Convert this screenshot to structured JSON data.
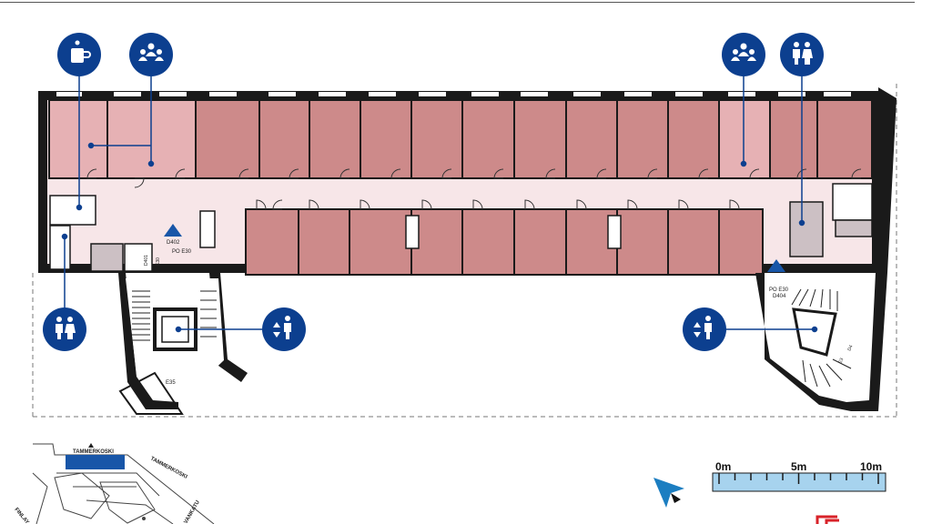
{
  "colors": {
    "room_dark": "#cd8a8a",
    "room_light": "#e6b1b4",
    "corridor": "#f7e6e8",
    "wall": "#1a1a1a",
    "icon_blue": "#0c3f8f",
    "accent_blue": "#1856a8",
    "scale_fill": "#a7d3ee",
    "logo_red": "#d8232a"
  },
  "labels": {
    "stair_left_code": "D402",
    "stair_left_po": "PO E30",
    "stair_left_small": "D401",
    "stair_left_small2": "E30",
    "stair_left_bottom": "E35",
    "stair_right_po": "PO E30",
    "stair_right_code": "D404",
    "stair_right_small": "D4",
    "stair_right_small2": "E3"
  },
  "pois": [
    {
      "id": "cafe",
      "icon": "coffee-cup-icon"
    },
    {
      "id": "group-room-left",
      "icon": "group-icon"
    },
    {
      "id": "group-room-right",
      "icon": "group-icon"
    },
    {
      "id": "toilet-right",
      "icon": "restroom-icon"
    },
    {
      "id": "toilet-left",
      "icon": "restroom-icon"
    },
    {
      "id": "elevator-left",
      "icon": "elevator-icon"
    },
    {
      "id": "elevator-right",
      "icon": "elevator-icon"
    }
  ],
  "scale_bar": {
    "label_0": "0m",
    "label_5": "5m",
    "label_10": "10m"
  },
  "minimap": {
    "label_top": "TAMMERKOSKI",
    "label_side": "TAMMERKOSKI",
    "label_left": "FINLAY",
    "label_right": "VANKATU"
  },
  "compass_icon": "north-arrow-icon",
  "logo_icon": "brand-logo-icon"
}
